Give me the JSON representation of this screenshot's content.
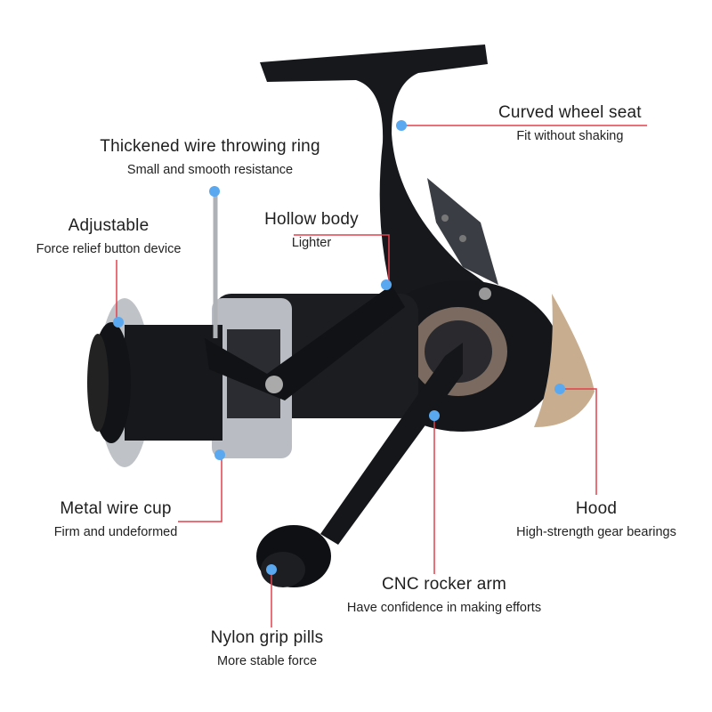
{
  "colors": {
    "line": "#e2404c",
    "dot": "#5aa9f0",
    "reel_body": "#15171b",
    "metal": "#b9bcc2",
    "hood": "#c9ad8f"
  },
  "callouts": [
    {
      "title": "Curved wheel seat",
      "subtitle": "Fit without shaking"
    },
    {
      "title": "Thickened wire throwing ring",
      "subtitle": "Small and smooth resistance"
    },
    {
      "title": "Adjustable",
      "subtitle": "Force relief button device"
    },
    {
      "title": "Hollow body",
      "subtitle": "Lighter"
    },
    {
      "title": "Metal wire cup",
      "subtitle": "Firm and undeformed"
    },
    {
      "title": "Hood",
      "subtitle": "High-strength gear bearings"
    },
    {
      "title": "CNC rocker arm",
      "subtitle": "Have confidence in making efforts"
    },
    {
      "title": "Nylon grip pills",
      "subtitle": "More stable force"
    }
  ]
}
